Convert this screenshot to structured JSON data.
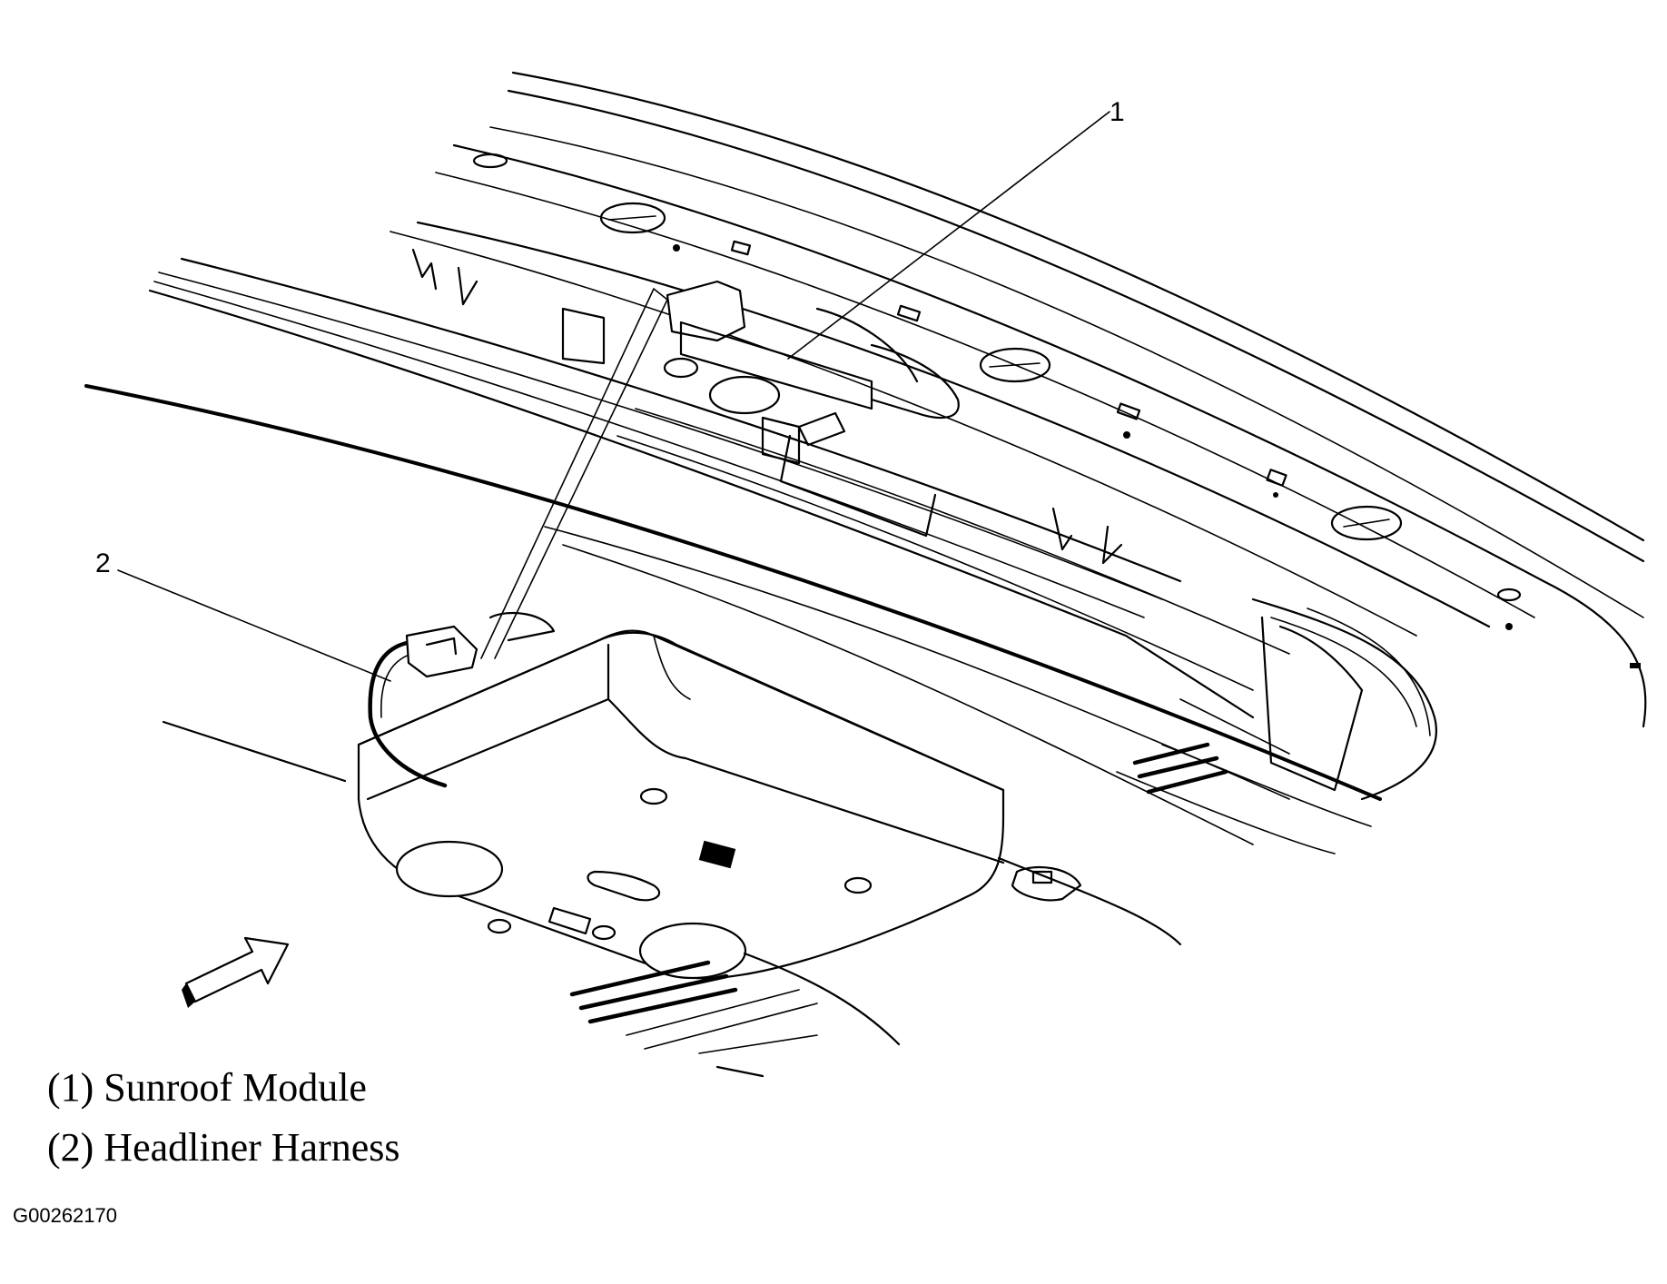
{
  "callouts": [
    {
      "number": "1"
    },
    {
      "number": "2"
    }
  ],
  "legend": [
    {
      "text": "(1) Sunroof Module"
    },
    {
      "text": "(2) Headliner Harness"
    }
  ],
  "figure_id": "G00262170",
  "colors": {
    "ink": "#000000",
    "background": "#ffffff"
  }
}
